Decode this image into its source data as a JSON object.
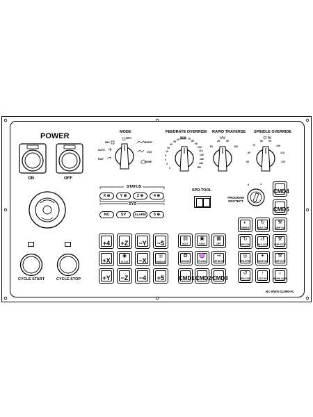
{
  "power": {
    "title": "POWER",
    "on_label": "ON",
    "off_label": "OFF"
  },
  "mode": {
    "title": "MODE",
    "positions": [
      "MPG",
      "RAPID",
      "JOG",
      "HOME",
      "MDI",
      "AUTO",
      "EDIT"
    ]
  },
  "feedrate_override": {
    "title": "FEEDRATE OVERRIDE",
    "scale": [
      "0",
      "2",
      "4",
      "8",
      "10",
      "15",
      "20",
      "30",
      "40",
      "50",
      "60",
      "70",
      "80",
      "90",
      "100",
      "110",
      "120",
      "130",
      "140",
      "150"
    ]
  },
  "rapid_traverse": {
    "title": "RAPID TRAVERSE",
    "scale": [
      "F0",
      "25",
      "50",
      "100"
    ]
  },
  "spindle_override": {
    "title": "SPINDLE OVERRIDE",
    "scale": [
      "50",
      "60",
      "70",
      "80",
      "90",
      "100",
      "110",
      "120"
    ]
  },
  "status": {
    "title": "STATUS",
    "axis_lamps": [
      "X",
      "Y",
      "Z",
      "4"
    ],
    "sys_title": "SYS",
    "sys_lamps": [
      "NC",
      "SV",
      "ALARM",
      "5"
    ]
  },
  "spd_tool": {
    "title": "SPD.TOOL"
  },
  "program_protect": {
    "label": "PROGRAM PROTECT",
    "key_marks": [
      "0",
      "1"
    ]
  },
  "cycle": {
    "start_label": "CYCLE START",
    "stop_label": "CYCLE STOP"
  },
  "jog_keys": [
    {
      "label": "+4",
      "icon": ""
    },
    {
      "label": "+Z",
      "icon": ""
    },
    {
      "label": "−Y",
      "icon": ""
    },
    {
      "label": "−5",
      "icon": ""
    },
    {
      "label": "+X",
      "icon": ""
    },
    {
      "label": "X1 X10",
      "icon": "◉"
    },
    {
      "label": "−X",
      "icon": ""
    },
    {
      "label": "HANDLE",
      "icon": "◎"
    },
    {
      "label": "+Y",
      "icon": ""
    },
    {
      "label": "−Z",
      "icon": ""
    },
    {
      "label": "−4",
      "icon": ""
    },
    {
      "label": "+5",
      "icon": ""
    }
  ],
  "func_keys": [
    {
      "label": "B.D.T",
      "icon": "▤"
    },
    {
      "label": "S.B.K",
      "icon": "▣"
    },
    {
      "label": "OPT",
      "icon": "▦"
    },
    {
      "label": "COOLANT",
      "icon": "❂"
    },
    {
      "label": "FLUSH",
      "icon": "♒"
    },
    {
      "label": "AIR BLOW",
      "icon": "⇝"
    }
  ],
  "cmd_keys": [
    "CMD1",
    "CMD2",
    "CMD3",
    "CMD4",
    "CMD5"
  ],
  "spindle_keys": [
    {
      "label": "ORIENT",
      "icon": "◐"
    },
    {
      "label": "MAG CW",
      "icon": "↻"
    },
    {
      "label": "CHIP CW",
      "icon": "⚒"
    },
    {
      "label": "SPD.CW",
      "icon": "↻"
    },
    {
      "label": "MAG CCW",
      "icon": "↺"
    },
    {
      "label": "CHIP STOP",
      "icon": "⚒"
    },
    {
      "label": "SPD.STOP",
      "icon": "◎"
    },
    {
      "label": "SAVE ON",
      "icon": "☀"
    },
    {
      "label": "CHIP CCW",
      "icon": "⚒"
    },
    {
      "label": "SPD.CCW",
      "icon": "↺"
    },
    {
      "label": "CUT UP",
      "icon": "↑"
    },
    {
      "label": "WORK LAMP",
      "icon": "☼"
    }
  ],
  "part_number": "NC-NWN-3129M-FL"
}
